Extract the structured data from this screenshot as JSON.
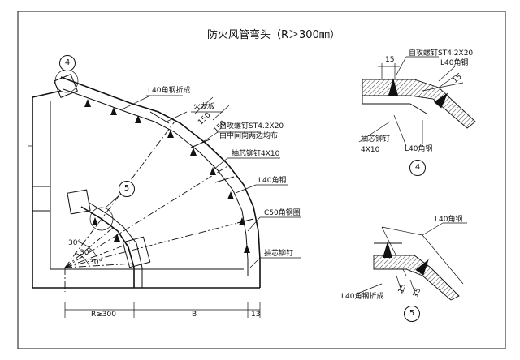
{
  "title": "防火风管弯头（R＞300㎜）",
  "main": {
    "callout_4": "4",
    "callout_5": "5",
    "labels": {
      "flange_angle": "L40角钢折成",
      "fire_board": "火龙板",
      "screw_line1": "自攻螺钉ST4.2X20",
      "screw_line2": "由中间向两边均布",
      "rivet": "抽芯铆钉4X10",
      "angle_steel": "L40角钢",
      "channel_ring": "C50角钢圈",
      "rivet_short": "抽芯铆钉",
      "dim_150a": "150",
      "dim_150b": "150",
      "angle_30a": "30°",
      "angle_30b": "30°",
      "angle_30c": "30°",
      "dim_r": "R≥300",
      "dim_b": "B",
      "dim_13": "13"
    }
  },
  "detail4": {
    "screw": "自攻螺钉ST4.2X20",
    "flange": "L40角钢",
    "dim_15a": "15",
    "dim_15b": "15",
    "rivet_line1": "抽芯铆钉",
    "rivet_line2": "4X10",
    "angle": "L40角钢",
    "label": "4"
  },
  "detail5": {
    "angle": "L40角钢",
    "dim_15a": "15",
    "dim_15b": "15",
    "flange": "L40角钢折成",
    "label": "5"
  }
}
